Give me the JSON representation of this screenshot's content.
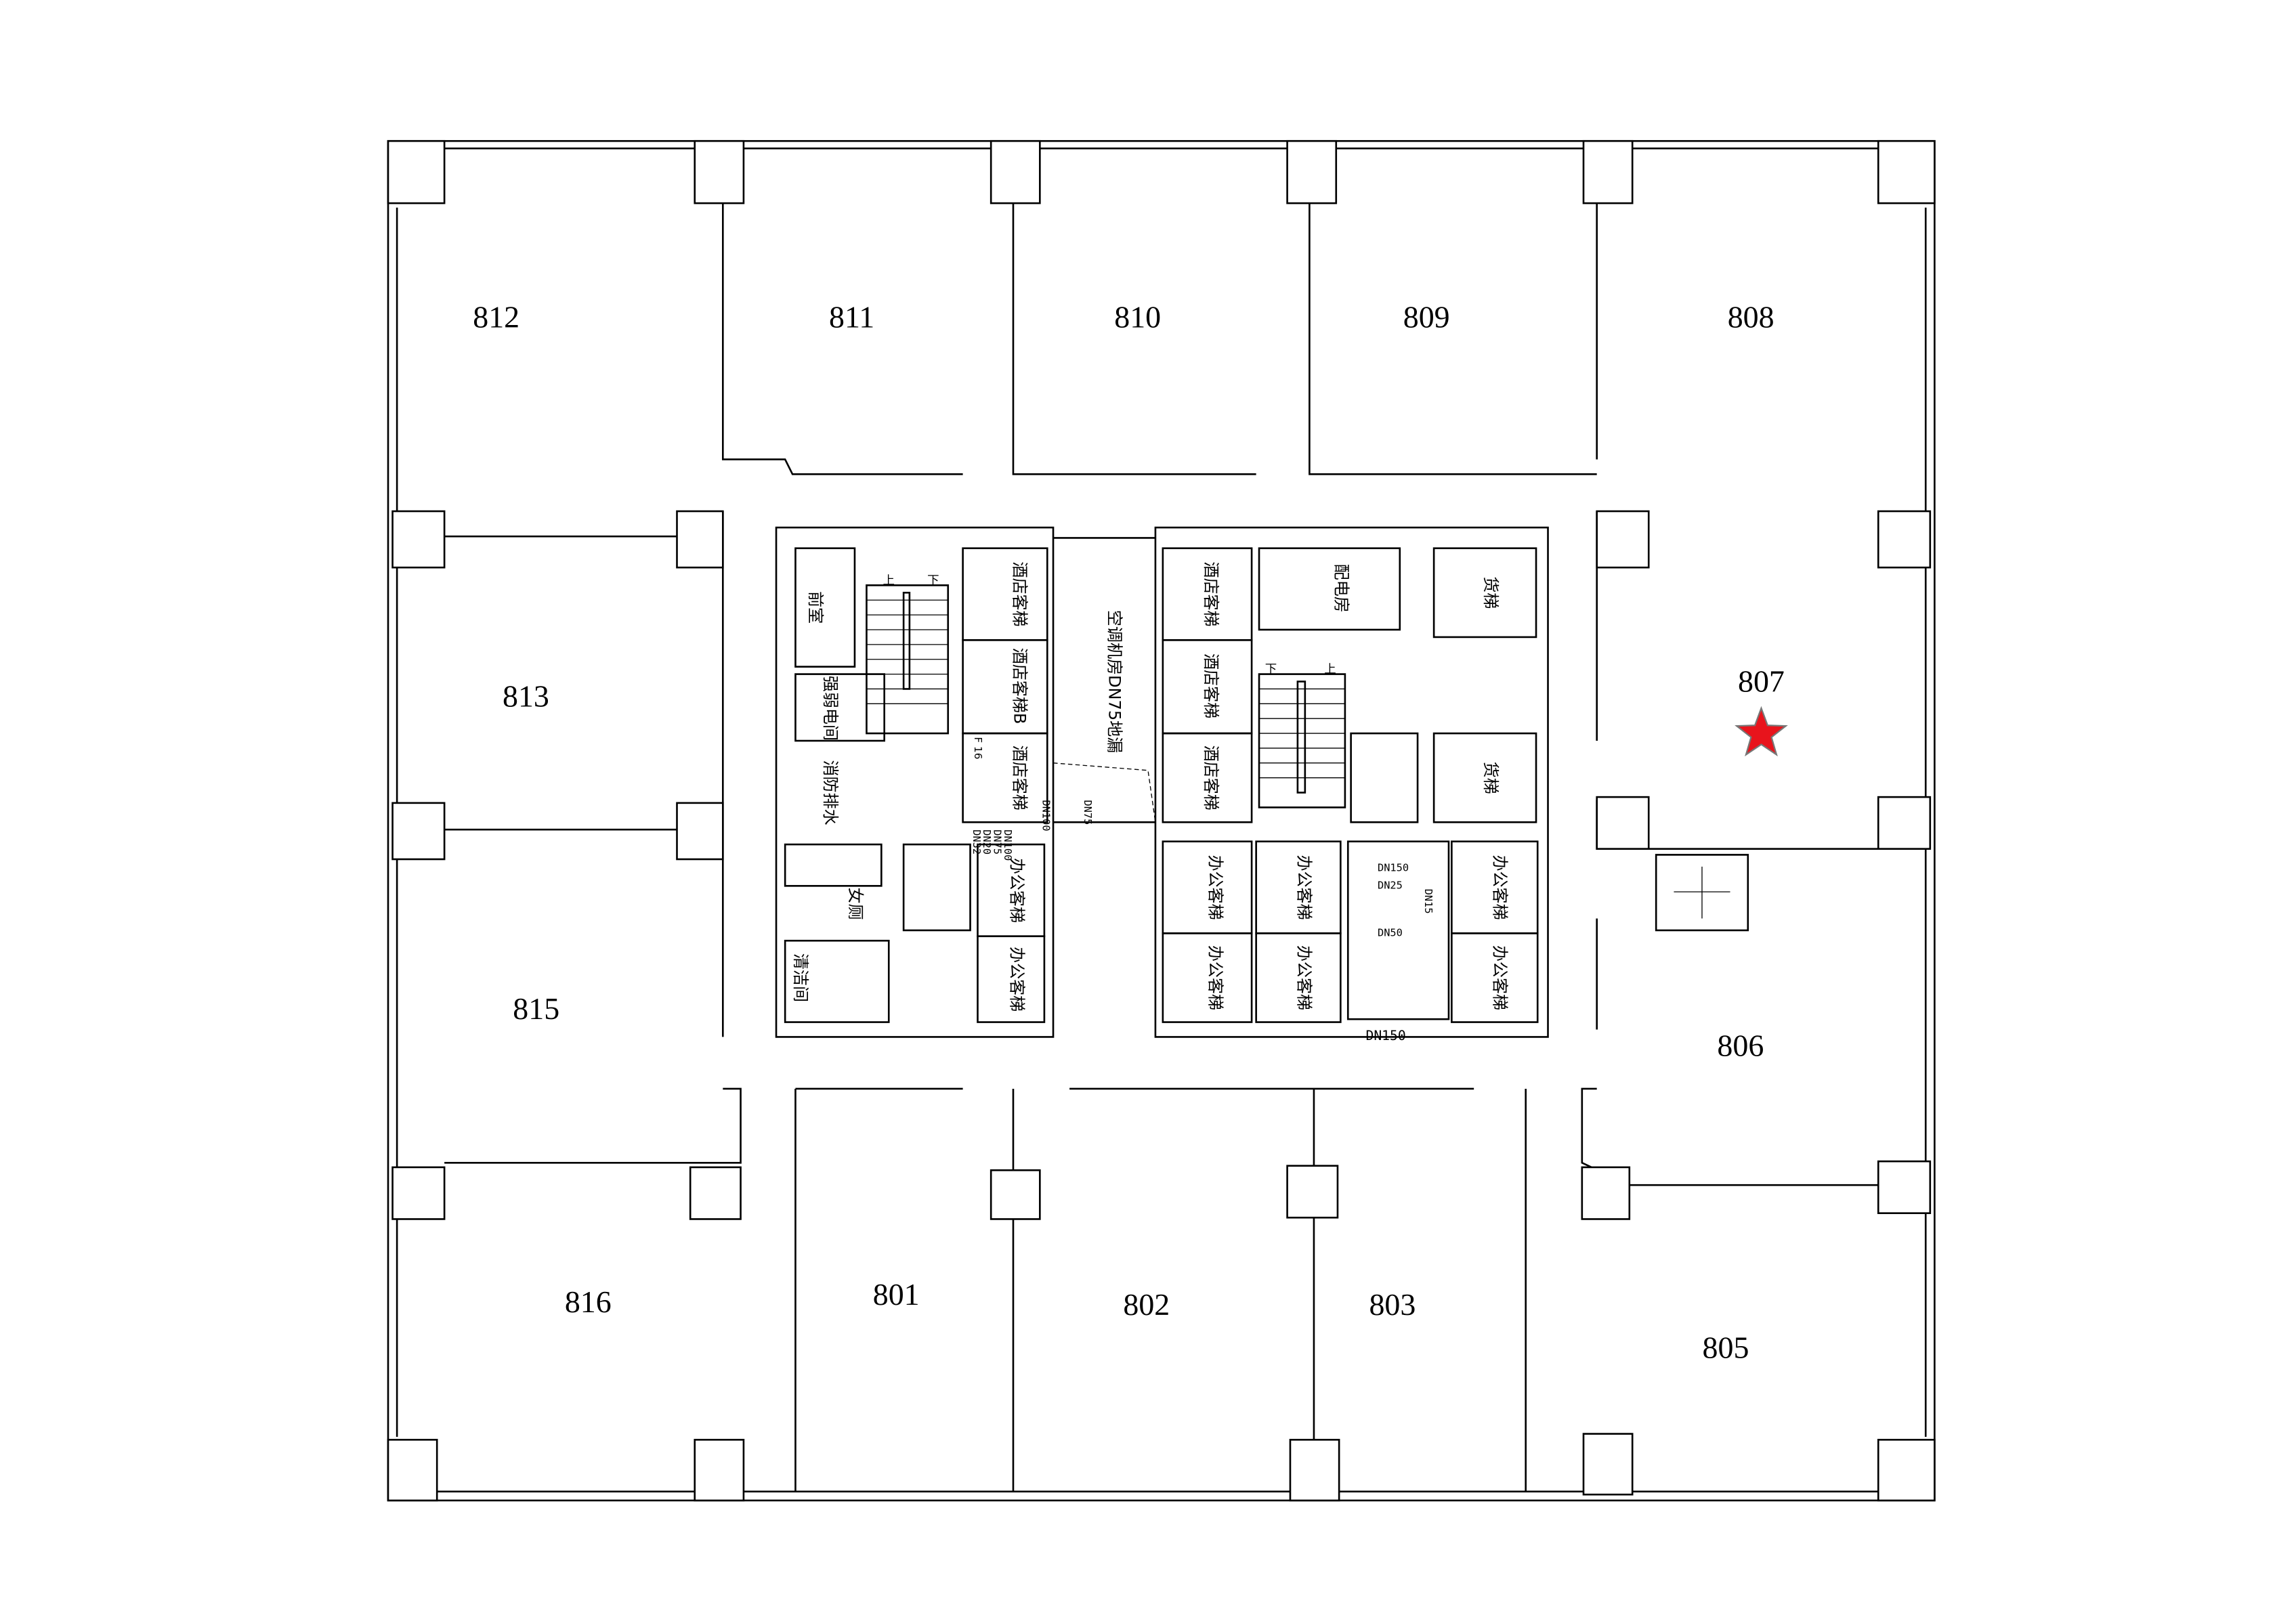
{
  "rooms": [
    {
      "id": "812",
      "label": "812"
    },
    {
      "id": "811",
      "label": "811"
    },
    {
      "id": "810",
      "label": "810"
    },
    {
      "id": "809",
      "label": "809"
    },
    {
      "id": "808",
      "label": "808"
    },
    {
      "id": "807",
      "label": "807"
    },
    {
      "id": "813",
      "label": "813"
    },
    {
      "id": "815",
      "label": "815"
    },
    {
      "id": "806",
      "label": "806"
    },
    {
      "id": "816",
      "label": "816"
    },
    {
      "id": "801",
      "label": "801"
    },
    {
      "id": "802",
      "label": "802"
    },
    {
      "id": "803",
      "label": "803"
    },
    {
      "id": "805",
      "label": "805"
    }
  ],
  "marker": {
    "room": "807",
    "icon": "star-icon",
    "color": "#e8141c"
  },
  "core": {
    "hotel_lift": "酒店客梯",
    "hotel_lift_b": "酒店客梯B",
    "office_lift": "办公客梯",
    "freight_lift": "货梯",
    "power_room": "配电房",
    "ac_room": "空调机房DN75地漏",
    "anteroom": "前室",
    "electric_room": "强弱电间",
    "womens_wc": "女厕",
    "cleaning": "清洁间",
    "pipe": "消防排水",
    "f16": "F 16",
    "up": "上",
    "down": "下"
  },
  "pipes": [
    "DN100",
    "DN75",
    "DN20",
    "DN32",
    "DN150",
    "DN25",
    "DN50",
    "DN15",
    "DN150"
  ]
}
